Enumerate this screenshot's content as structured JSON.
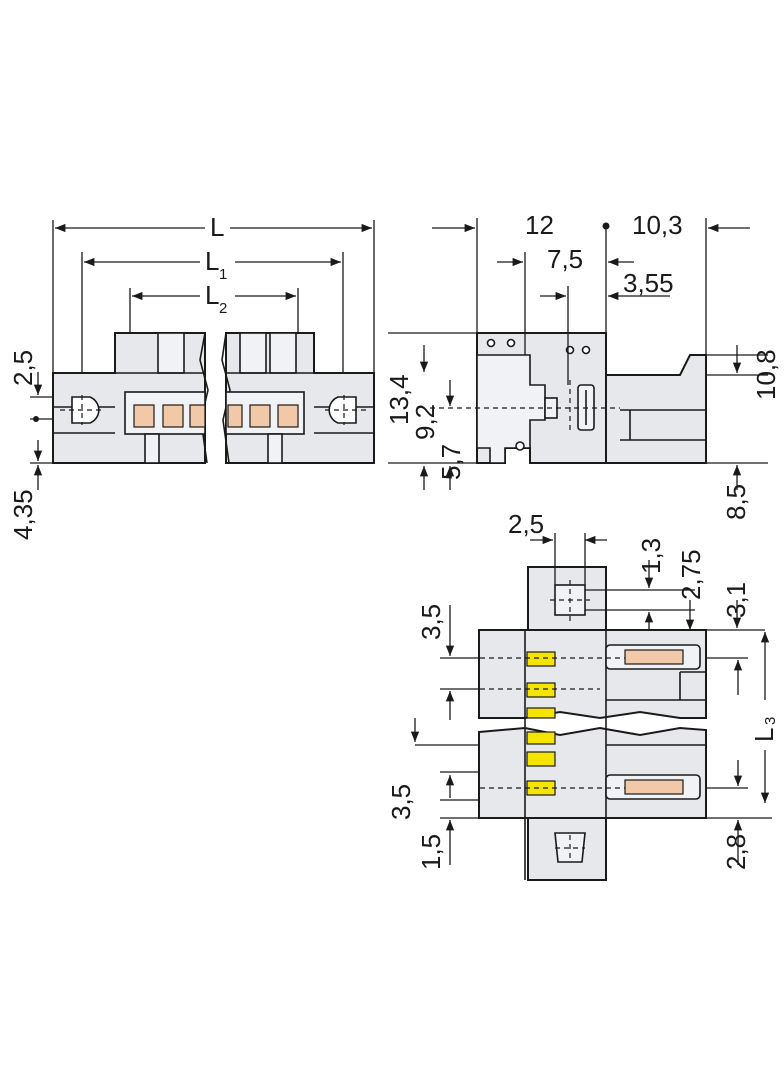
{
  "colors": {
    "body": "#e6e8ec",
    "outline": "#1a1a1a",
    "contact": "#f2c9a8",
    "marker": "#f5e400"
  },
  "dimensions": {
    "L": "L",
    "L1": "L",
    "L1_sub": "1",
    "L2": "L",
    "L2_sub": "2",
    "L3": "L",
    "L3_sub": "3",
    "d_2_5_left": "2,5",
    "d_4_35": "4,35",
    "d_13_4": "13,4",
    "d_9_2": "9,2",
    "d_5_7": "5,7",
    "d_12": "12",
    "d_10_3": "10,3",
    "d_7_5": "7,5",
    "d_3_55": "3,55",
    "d_10_8": "10,8",
    "d_8_5": "8,5",
    "d_2_5_bottom": "2,5",
    "d_1_3": "1,3",
    "d_2_75": "2,75",
    "d_3_1": "3,1",
    "d_3_5_top": "3,5",
    "d_3_5_bottom": "3,5",
    "d_1_5": "1,5",
    "d_2_8": "2,8"
  }
}
